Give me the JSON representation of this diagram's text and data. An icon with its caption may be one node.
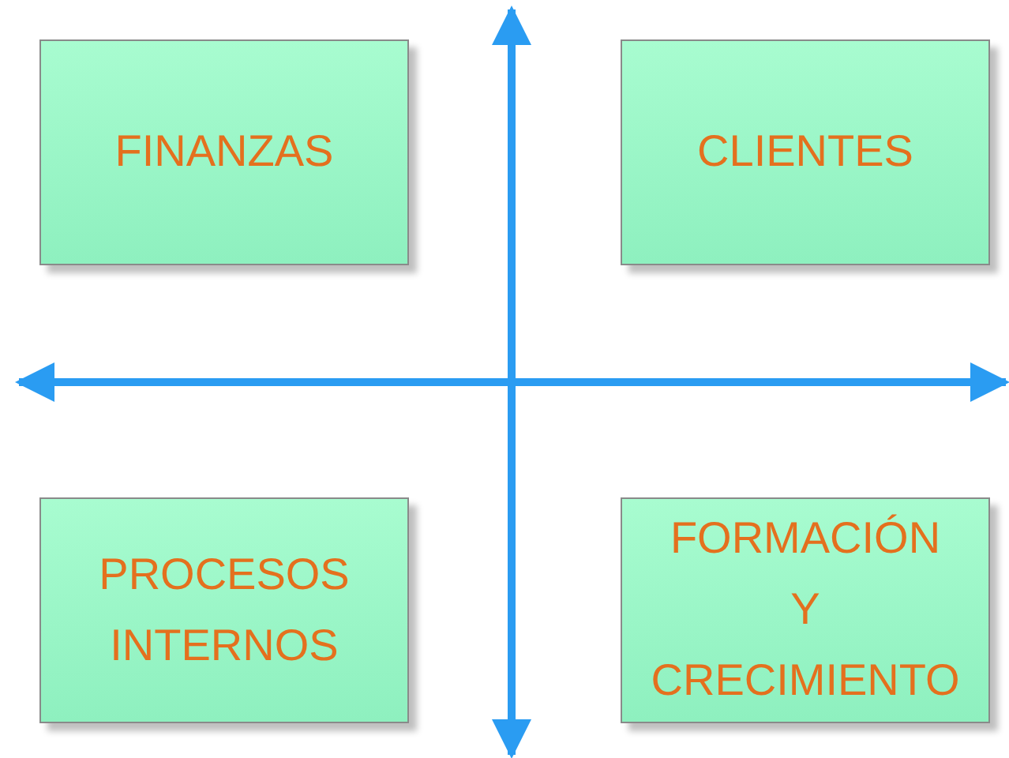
{
  "diagram": {
    "nodes": [
      {
        "text": [
          "FINANZAS"
        ]
      },
      {
        "text": [
          "CLIENTES"
        ]
      },
      {
        "text": [
          "PROCESOS INTERNOS"
        ]
      },
      {
        "text": [
          "FORMACIÓN Y CRECIMIENTO"
        ]
      }
    ]
  }
}
